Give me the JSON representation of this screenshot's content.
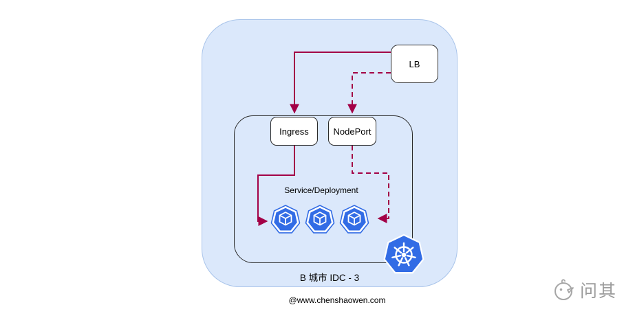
{
  "region": {
    "label": "B 城市 IDC - 3"
  },
  "nodes": {
    "lb": "LB",
    "ingress": "Ingress",
    "nodeport": "NodePort"
  },
  "labels": {
    "service_deployment": "Service/Deployment"
  },
  "footer": {
    "credit": "@www.chenshaowen.com"
  },
  "watermark": {
    "text": "问其"
  },
  "icons": {
    "pod": "kubernetes-pod-icon",
    "kubernetes": "kubernetes-helm-logo-icon",
    "watermark_bird": "bird-sketch-icon"
  },
  "colors": {
    "region_fill": "#dbe8fb",
    "region_border": "#a9c4ea",
    "arrow": "#a30046",
    "kubernetes_blue": "#326ce5",
    "node_border": "#2b2b2b",
    "watermark_gray": "#9b9b9b"
  }
}
